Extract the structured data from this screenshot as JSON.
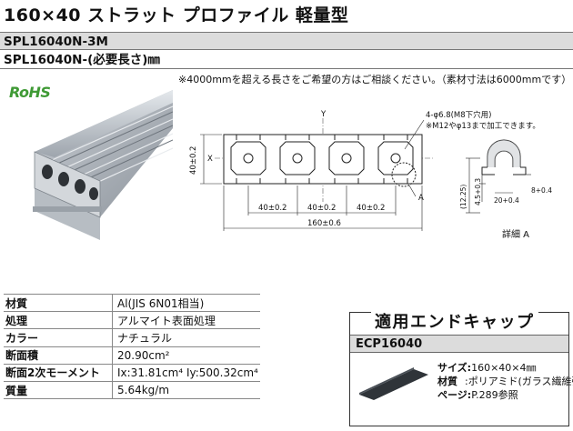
{
  "title": "160×40 ストラット プロファイル 軽量型",
  "codes": [
    "SPL16040N-3M",
    "SPL16040N-(必要長さ)㎜"
  ],
  "note": "※4000mmを超える長さをご希望の方はご相談ください。（素材寸法は6000mmです）",
  "rohs": "RoHS",
  "drawing": {
    "axis_y": "Y",
    "axis_x": "X",
    "hole_note_1": "4-φ6.8(M8下穴用)",
    "hole_note_2": "※M12やφ13まで加工できます。",
    "height_dim": "40±0.2",
    "pitch_dims": [
      "40±0.2",
      "40±0.2",
      "40±0.2"
    ],
    "overall_dim": "160±0.6",
    "detail_marker": "A",
    "detail_dims": [
      "(12.25)",
      "4.5+0.3",
      "20+0.4",
      "8+0.4"
    ],
    "detail_label": "詳細 A"
  },
  "specs": [
    {
      "key": "材質",
      "value": "Al(JIS 6N01相当)"
    },
    {
      "key": "処理",
      "value": "アルマイト表面処理"
    },
    {
      "key": "カラー",
      "value": "ナチュラル"
    },
    {
      "key": "断面積",
      "value": "20.90cm²"
    },
    {
      "key": "断面2次モーメント",
      "value": "Ix:31.81cm⁴   Iy:500.32cm⁴"
    },
    {
      "key": "質量",
      "value": "5.64kg/m"
    }
  ],
  "endcap": {
    "title": "適用エンドキャップ",
    "code": "ECP16040",
    "size_label": "サイズ:",
    "size_value": "160×40×4㎜",
    "material_label": "材質",
    "material_value": ":ポリアミド(ガラス繊維強化)",
    "page_label": "ページ:",
    "page_value": "P.289参照"
  },
  "colors": {
    "rohs": "#3f9a35",
    "bar_bg": "#dcdcdc",
    "profile": "#a7adb4"
  }
}
